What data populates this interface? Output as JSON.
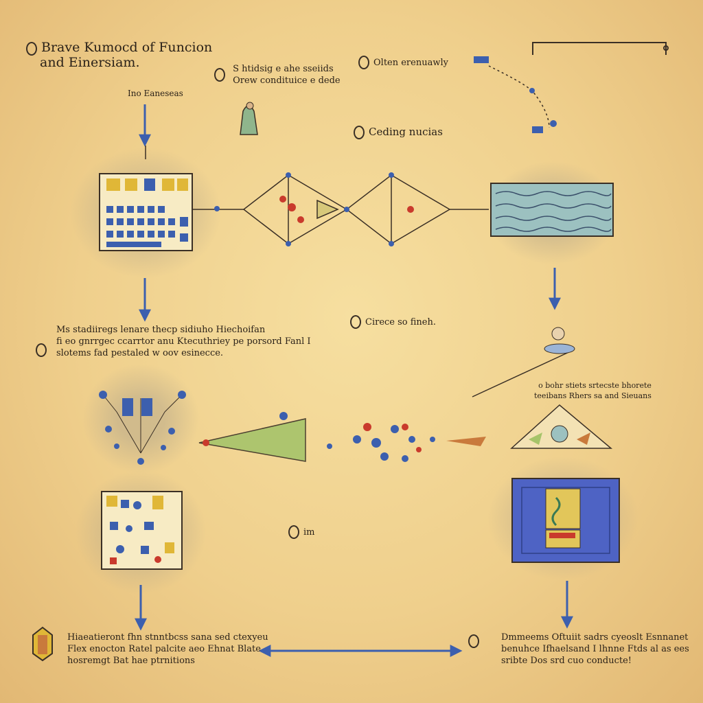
{
  "title": {
    "line1": "Brave Kumocd of Funcion",
    "line2": "and Einersiam."
  },
  "labels": {
    "small_heading": "Ino Eaneseas",
    "top_center_line1": "S htidsig e ahe sseiids",
    "top_center_line2": "Orew condituice e dede",
    "top_right": "Olten erenuawly",
    "center_heading": "Ceding nucias",
    "middle_right": "Cirece so fineh.",
    "bottom_center": "im"
  },
  "paragraphs": {
    "mid_left": [
      "Ms stadiiregs lenare thecp sidiuho Hiechoifan",
      "fi eo gnrrgec ccarrtor anu Ktecuthriey pe porsord Fanl I",
      "slotems fad pestaled w oov esinecce."
    ],
    "mid_right": [
      "o bohr stiets srtecste bhorete",
      "teeibans Rhers sa and Sieuans"
    ],
    "bottom_left": [
      "Hiaeatieront fhn stnntbcss sana sed ctexyeu",
      "Flex enocton Ratel palcite aeo Ehnat Blate",
      "hosremgt Bat hae ptrnitions"
    ],
    "bottom_right": [
      "Dmmeems Oftuiit sadrs cyeoslt Esnnanet",
      "benuhce Ifhaelsand I lhnne Ftds al as ees",
      "sribte Dos srd cuo conducte!"
    ]
  },
  "colors": {
    "arrow_blue": "#3c5fae",
    "ink": "#3a2f25",
    "panel_teal": "#9cc1c0",
    "panel_blue": "#4e63c4",
    "panel_gold": "#e2c65a",
    "accent_red": "#c93a2c",
    "accent_green": "#a6c46a"
  },
  "icons": {
    "circle_marker": "circle-marker-icon",
    "figure": "scholar-figure-icon",
    "keyboard": "keyboard-panel-icon",
    "network": "network-diamond-icon",
    "scroll": "wave-panel-icon",
    "shield": "shield-icon"
  }
}
